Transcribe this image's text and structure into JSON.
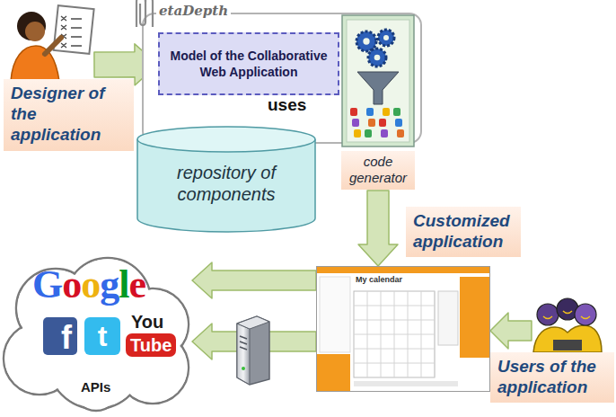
{
  "diagram": {
    "nodes": [
      {
        "text": [
          "Designer of the application"
        ]
      },
      {
        "text": [
          "etaDepth"
        ]
      },
      {
        "text": [
          "Model of the Collaborative Web Application"
        ],
        "in": 1
      },
      {
        "text": [
          "repository of components"
        ]
      },
      {
        "text": [
          "code generator"
        ]
      },
      {
        "text": [
          "My calendar"
        ]
      },
      {
        "text": [
          "Users of the application"
        ]
      },
      {
        "text": [
          "Google",
          "f",
          "t",
          "You",
          "Tube",
          "APIs"
        ]
      }
    ],
    "edges": [
      {
        "from": 0,
        "to": 2,
        "arrow": "to"
      },
      {
        "from": 2,
        "to": 3,
        "arrow": "to",
        "label": "uses"
      },
      {
        "from": 4,
        "to": 5,
        "arrow": "to",
        "label": "Customized application"
      },
      {
        "from": 6,
        "to": 5,
        "arrow": "to"
      },
      {
        "from": 5,
        "to": 7,
        "arrow": "to"
      },
      {
        "from": 5,
        "to": 7,
        "arrow": "to"
      }
    ]
  }
}
